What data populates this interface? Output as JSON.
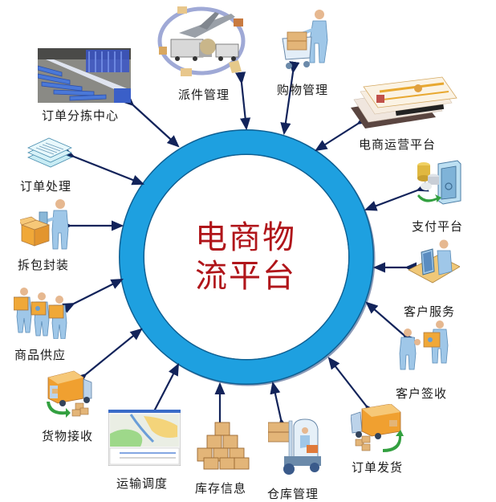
{
  "diagram": {
    "center": {
      "line1": "电商物",
      "line2": "流平台"
    },
    "colors": {
      "ring": "#1ea0e0",
      "ring_edge": "#0e5f92",
      "ring_shadow": "#8a9ab8",
      "center_text": "#b0151a",
      "connector": "#12235a",
      "label": "#1a1a1a"
    },
    "nodes": [
      {
        "id": "sorting-center",
        "label": "订单分拣中心",
        "icon": "conveyor-image"
      },
      {
        "id": "dispatch",
        "label": "派件管理",
        "icon": "airplane-truck-cycle-image"
      },
      {
        "id": "shopping",
        "label": "购物管理",
        "icon": "shopping-cart-person-icon"
      },
      {
        "id": "ecommerce-ops",
        "label": "电商运营平台",
        "icon": "web-pages-stack-icon"
      },
      {
        "id": "payment",
        "label": "支付平台",
        "icon": "coins-safe-icon"
      },
      {
        "id": "customer-service",
        "label": "客户服务",
        "icon": "person-at-computer-icon"
      },
      {
        "id": "customer-sign",
        "label": "客户签收",
        "icon": "package-handover-icon"
      },
      {
        "id": "order-shipping",
        "label": "订单发货",
        "icon": "delivery-truck-out-icon"
      },
      {
        "id": "warehouse",
        "label": "仓库管理",
        "icon": "forklift-icon"
      },
      {
        "id": "inventory",
        "label": "库存信息",
        "icon": "box-pyramid-icon"
      },
      {
        "id": "transport",
        "label": "运输调度",
        "icon": "map-screenshot-image"
      },
      {
        "id": "goods-receipt",
        "label": "货物接收",
        "icon": "delivery-truck-in-icon"
      },
      {
        "id": "supply",
        "label": "商品供应",
        "icon": "people-carrying-boxes-icon"
      },
      {
        "id": "unpack",
        "label": "拆包封装",
        "icon": "person-packing-box-icon"
      },
      {
        "id": "order-processing",
        "label": "订单处理",
        "icon": "document-stack-icon"
      }
    ]
  }
}
